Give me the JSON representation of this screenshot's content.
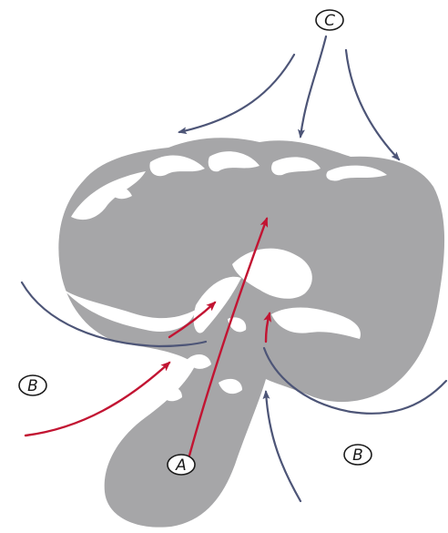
{
  "labels": {
    "a": "A",
    "b_left": "B",
    "b_right": "B",
    "c": "C"
  },
  "colors": {
    "background": "#ffffff",
    "cloud": "#a6a6a8",
    "cloud_highlight": "#ffffff",
    "inflow_arrow": "#4d5577",
    "updraft_arrow": "#c21432",
    "label_outline": "#1a1a1a"
  }
}
